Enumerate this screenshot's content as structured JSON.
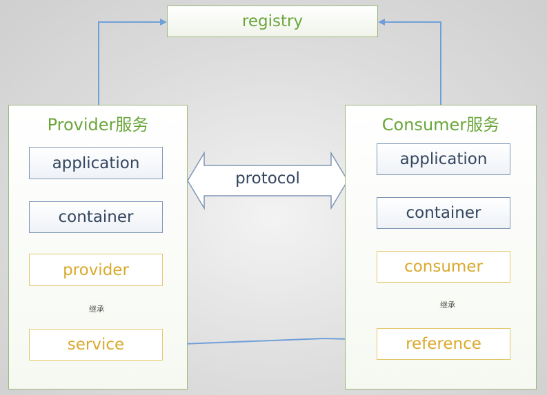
{
  "registry": {
    "label": "registry"
  },
  "provider": {
    "title": "Provider服务",
    "application": "application",
    "container": "container",
    "provider": "provider",
    "service": "service",
    "inherit_label": "继承"
  },
  "consumer": {
    "title": "Consumer服务",
    "application": "application",
    "container": "container",
    "consumer": "consumer",
    "reference": "reference",
    "inherit_label": "继承"
  },
  "protocol": {
    "label": "protocol"
  },
  "colors": {
    "accent_green": "#6aa63a",
    "box_blue_border": "#7f96b5",
    "box_gold_border": "#e4c66a",
    "arrow_blue": "#6f9fd8"
  }
}
